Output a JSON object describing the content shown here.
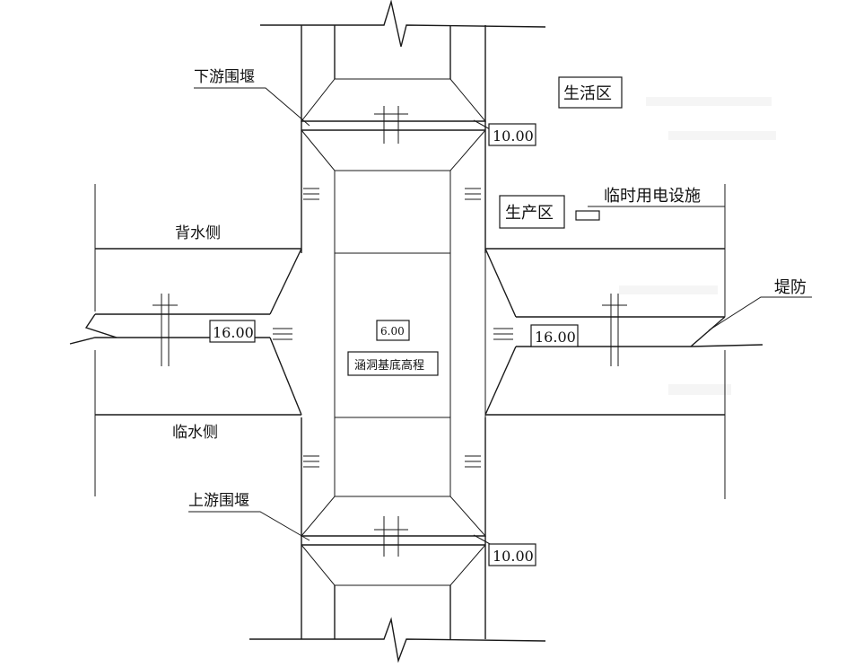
{
  "labels": {
    "downstream_cofferdam": "下游围堰",
    "upstream_cofferdam": "上游围堰",
    "living_area": "生活区",
    "production_area": "生产区",
    "temp_power_facility": "临时用电设施",
    "backwater_side": "背水侧",
    "waterfront_side": "临水侧",
    "levee": "堤防",
    "culvert_base_elevation": "涵洞基底高程"
  },
  "elevations": {
    "downstream_cofferdam": "10.00",
    "upstream_cofferdam": "10.00",
    "levee_left": "16.00",
    "levee_right": "16.00",
    "culvert_base": "6.00"
  },
  "colors": {
    "line": "#1a1a1a",
    "background": "#ffffff",
    "ghost_text": "#d8d8d8"
  }
}
